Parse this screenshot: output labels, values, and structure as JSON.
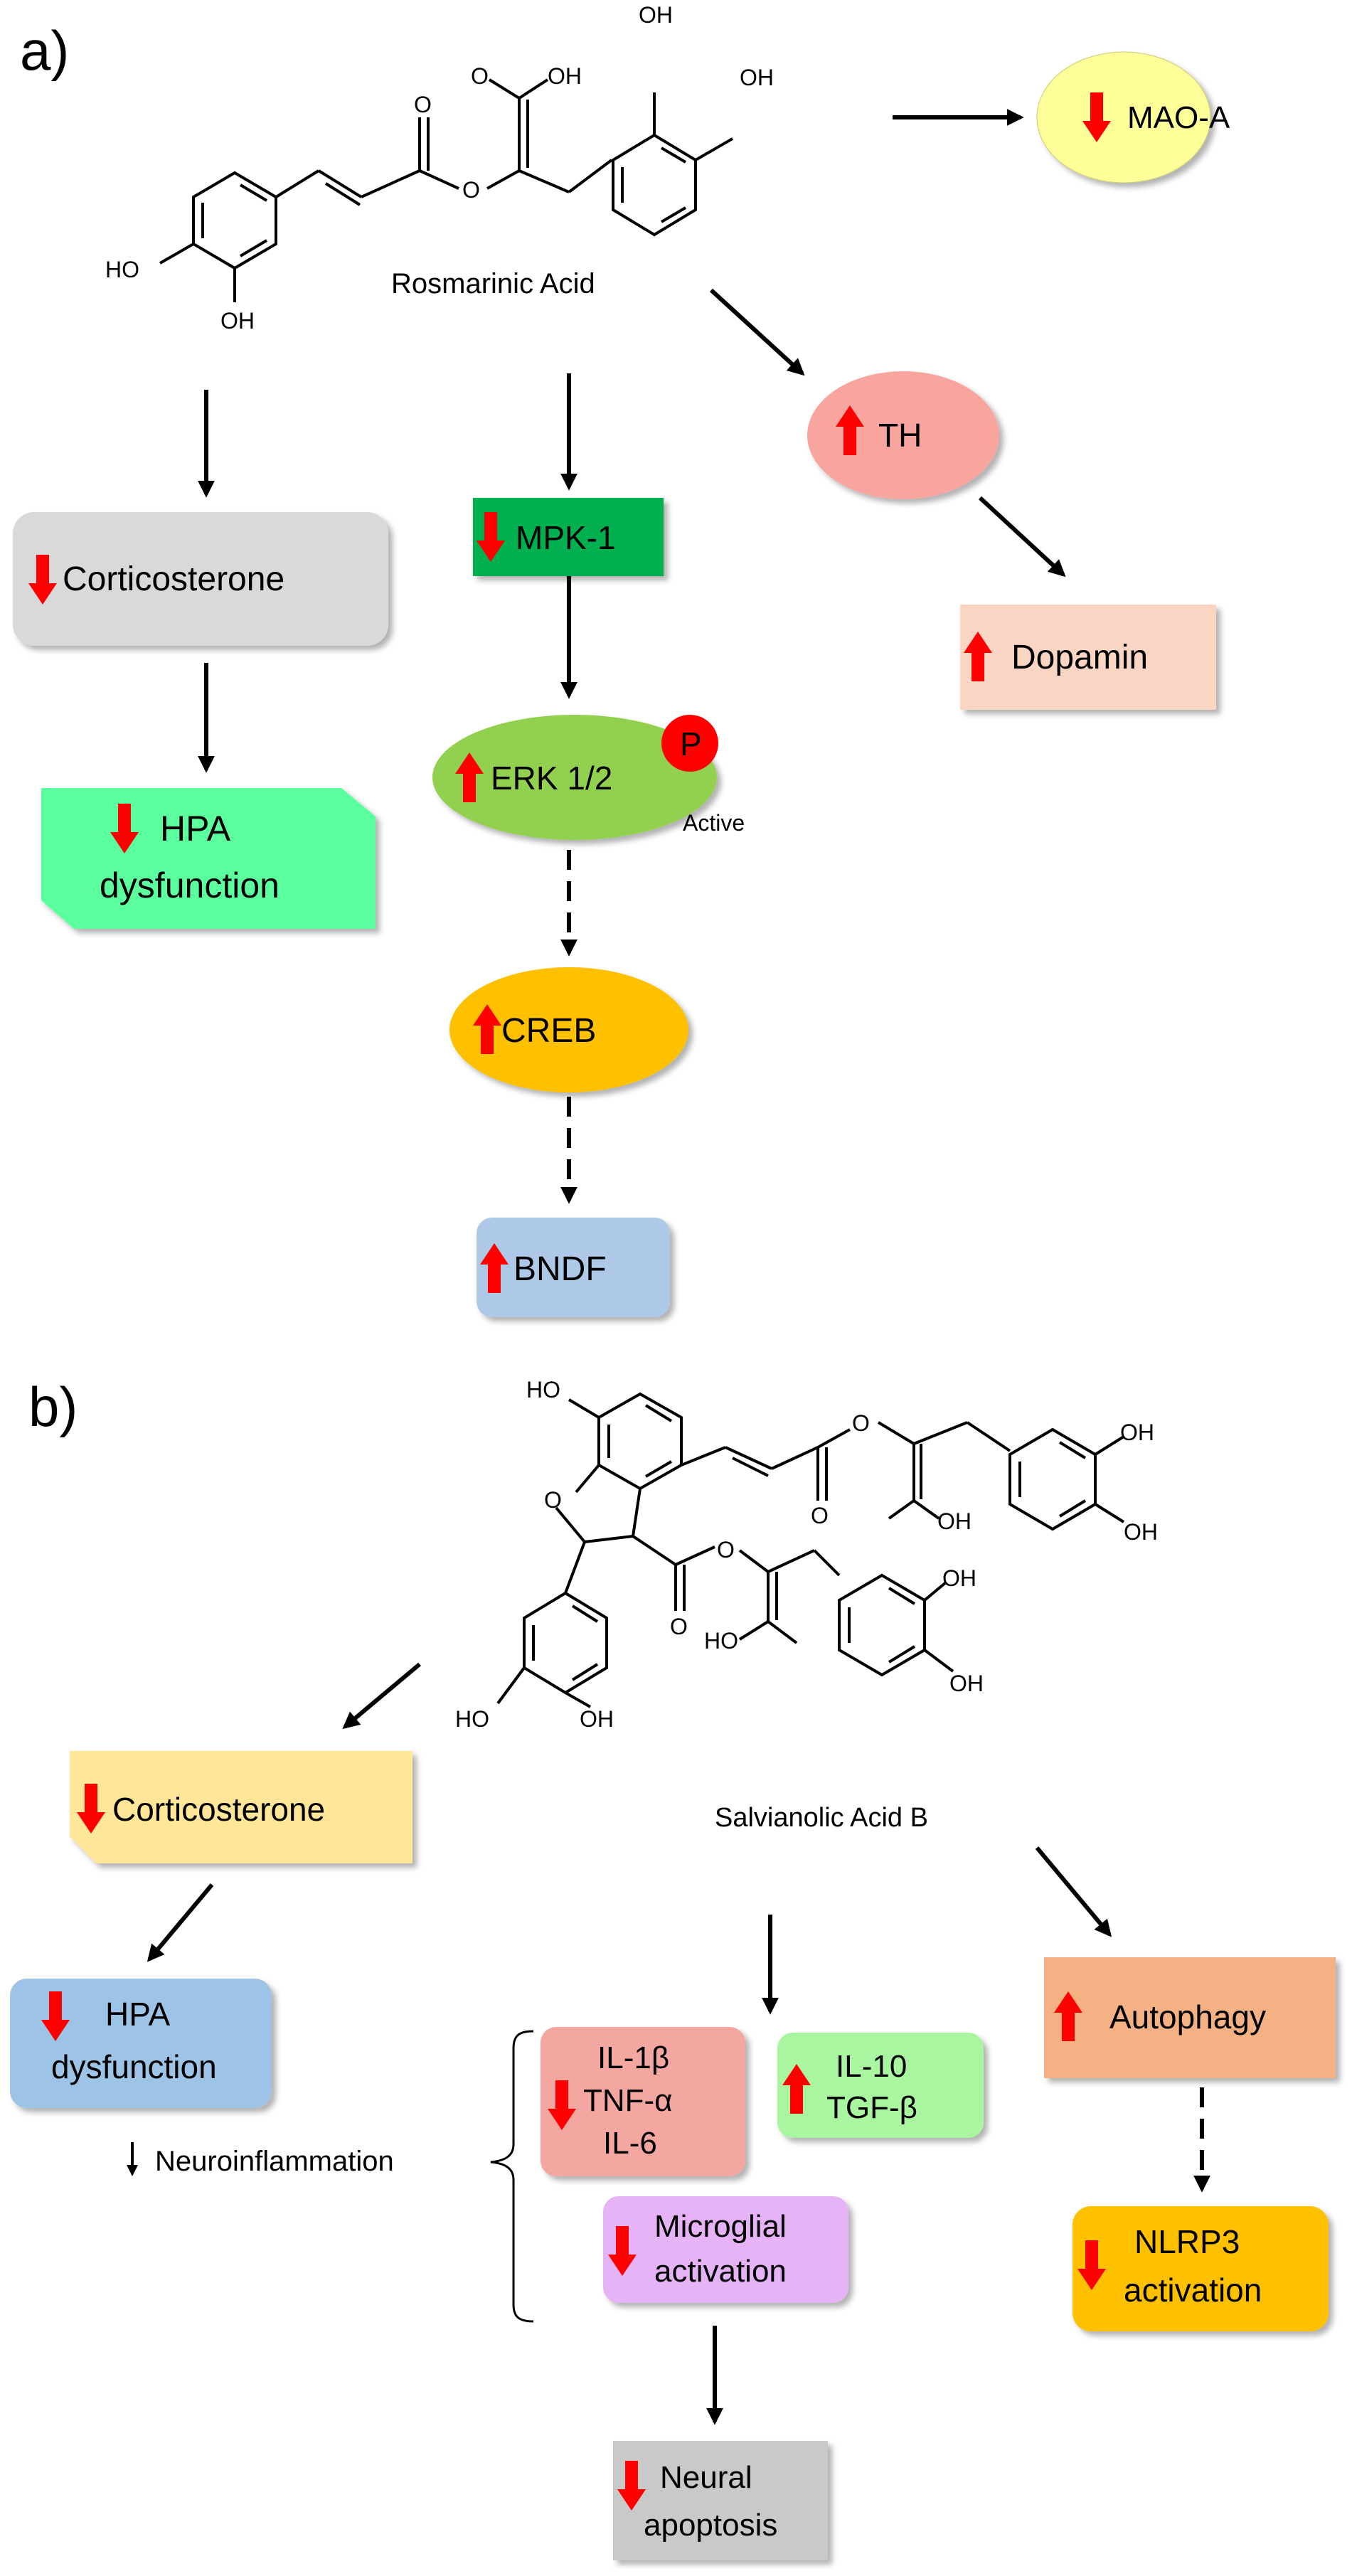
{
  "panel_a": {
    "label": "a)",
    "compound": {
      "name": "Rosmarinic Acid",
      "atoms": {
        "oh_top_left": "OH",
        "oh_top_right": "OH",
        "o_ester": "O",
        "oh_acid": "OH",
        "o_acid": "O",
        "o_carbonyl": "O",
        "ho_left": "HO",
        "oh_bottom": "OH"
      }
    },
    "nodes": {
      "maoa": {
        "label": "MAO-A",
        "direction": "down"
      },
      "th": {
        "label": "TH",
        "direction": "up"
      },
      "dopamin": {
        "label": "Dopamin",
        "direction": "up"
      },
      "corticosterone": {
        "label": "Corticosterone",
        "direction": "down"
      },
      "hpa": {
        "line1": "HPA",
        "line2": "dysfunction",
        "direction": "down"
      },
      "mpk1": {
        "label": "MPK-1",
        "direction": "down"
      },
      "erk": {
        "label": "ERK 1/2",
        "direction": "up",
        "badge": "P",
        "active": "Active"
      },
      "creb": {
        "label": "CREB",
        "direction": "up"
      },
      "bndf": {
        "label": "BNDF",
        "direction": "up"
      }
    }
  },
  "panel_b": {
    "label": "b)",
    "compound": {
      "name": "Salvianolic Acid B",
      "atoms": {
        "ho_top": "HO",
        "o_ring": "O",
        "o_ester1": "O",
        "o_carbonyl1": "O",
        "oh_acid1": "OH",
        "oh_r1": "OH",
        "oh_r2": "OH",
        "o_ester2": "O",
        "o_carbonyl2": "O",
        "ho_acid2": "HO",
        "oh_r3": "OH",
        "oh_r4": "OH",
        "ho_bottom": "HO",
        "oh_bottom": "OH"
      }
    },
    "nodes": {
      "corticosterone": {
        "label": "Corticosterone",
        "direction": "down"
      },
      "hpa": {
        "line1": "HPA",
        "line2": "dysfunction",
        "direction": "down"
      },
      "neuroinflammation": {
        "label": "Neuroinflammation",
        "direction": "down"
      },
      "cytokines_down": {
        "line1": "IL-1β",
        "line2": "TNF-α",
        "line3": "IL-6",
        "direction": "down"
      },
      "cytokines_up": {
        "line1": "IL-10",
        "line2": "TGF-β",
        "direction": "up"
      },
      "microglial": {
        "line1": "Microglial",
        "line2": "activation",
        "direction": "down"
      },
      "apoptosis": {
        "line1": "Neural",
        "line2": "apoptosis",
        "direction": "down"
      },
      "autophagy": {
        "label": "Autophagy",
        "direction": "up"
      },
      "nlrp3": {
        "line1": "NLRP3",
        "line2": "activation",
        "direction": "down"
      }
    }
  },
  "colors": {
    "indicator_red": "#ff0000",
    "maoa_fill": "#ffff99",
    "th_fill": "#f8a5a0",
    "dopamin_fill": "#fbd5c3",
    "corticosterone_a_fill": "#d9d9d9",
    "hpa_a_fill": "#5cff9d",
    "mpk1_fill": "#00b050",
    "erk_fill": "#92d050",
    "creb_fill": "#ffc000",
    "bndf_fill": "#aec8e8",
    "corticosterone_b_fill": "#ffe699",
    "hpa_b_fill": "#9dc3e6",
    "cytokines_down_fill": "#f4a6a0",
    "cytokines_up_fill": "#a9f5a0",
    "microglial_fill": "#e6b3f7",
    "apoptosis_fill": "#c9c9c9",
    "autophagy_fill": "#f4b183",
    "nlrp3_fill": "#ffc000"
  }
}
